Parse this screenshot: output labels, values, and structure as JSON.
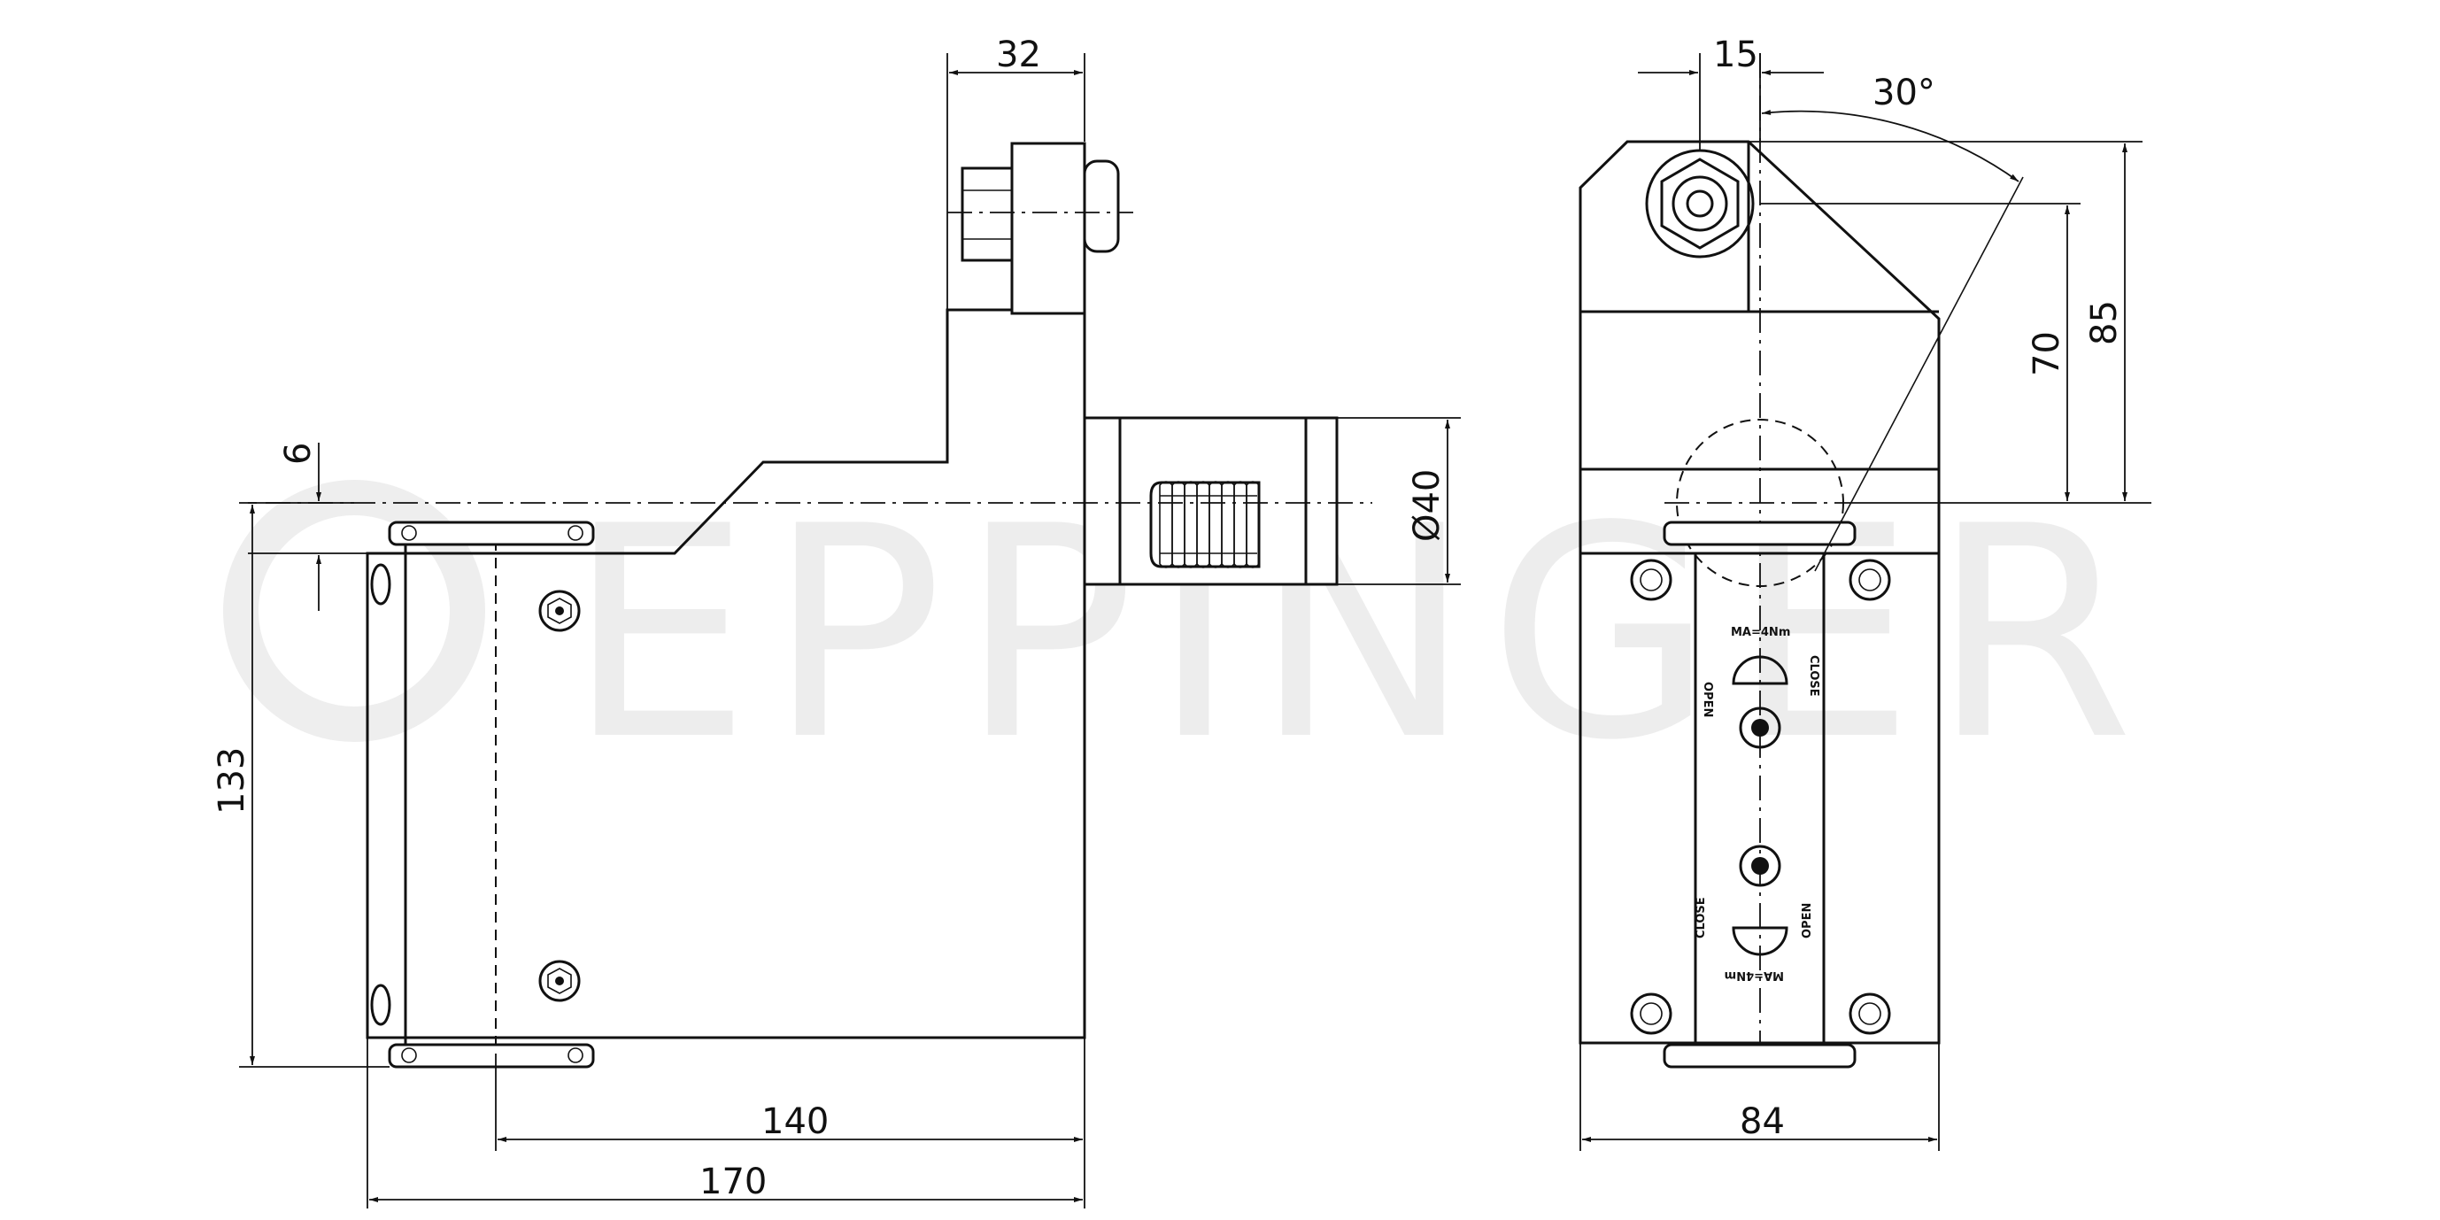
{
  "watermark": "EPPINGER",
  "dimensions": {
    "side_view": {
      "top_width": "32",
      "offset": "6",
      "height": "133",
      "shank_diameter": "Ø40",
      "length_inner": "140",
      "length_overall": "170"
    },
    "front_view": {
      "offset": "15",
      "angle": "30°",
      "height_inner": "70",
      "height_overall": "85",
      "width": "84"
    }
  },
  "plate_labels": {
    "upper_open": "OPEN",
    "upper_torque": "MA=4Nm",
    "upper_close": "CLOSE",
    "lower_close": "CLOSE",
    "lower_torque": "MA=4Nm",
    "lower_open": "OPEN"
  }
}
